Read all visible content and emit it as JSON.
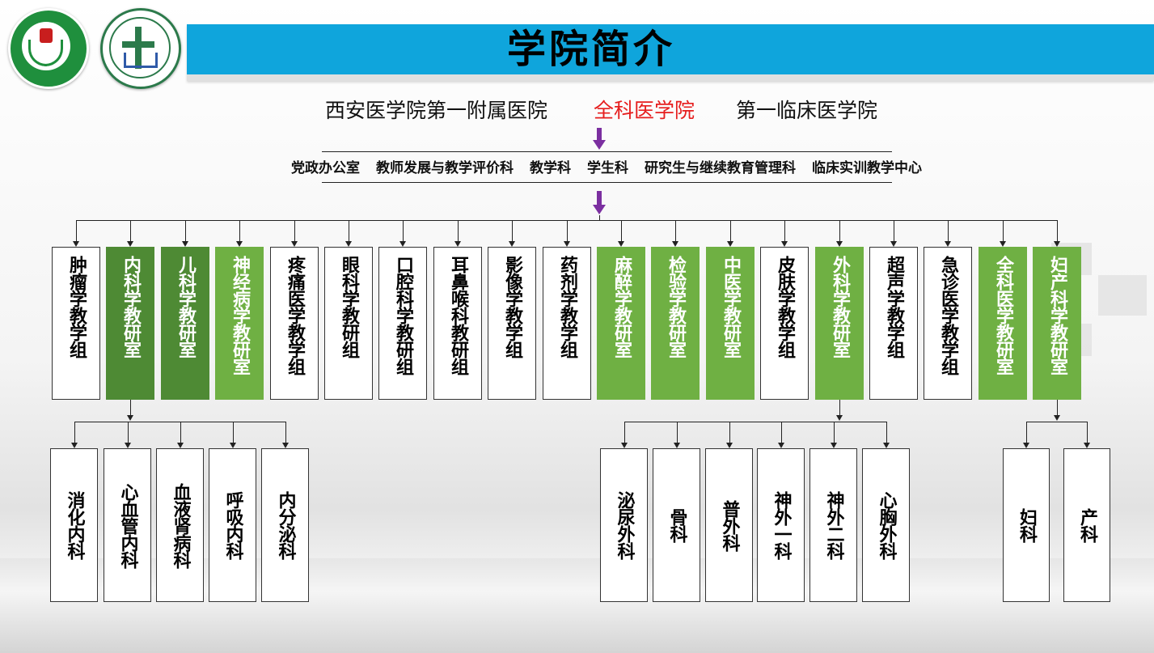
{
  "header": {
    "title": "学院简介"
  },
  "institutions": [
    {
      "label": "西安医学院第一附属医院",
      "highlight": false
    },
    {
      "label": "全科医学院",
      "highlight": true
    },
    {
      "label": "第一临床医学院",
      "highlight": false
    }
  ],
  "offices": [
    "党政办公室",
    "教师发展与教学评价科",
    "教学科",
    "学生科",
    "研究生与继续教育管理科",
    "临床实训教学中心"
  ],
  "departments": [
    {
      "label": "肿瘤学教学组",
      "fill": "none"
    },
    {
      "label": "内科学教研室",
      "fill": "dark-green"
    },
    {
      "label": "儿科学教研室",
      "fill": "dark-green"
    },
    {
      "label": "神经病学教研室",
      "fill": "green"
    },
    {
      "label": "疼痛医学教学组",
      "fill": "none"
    },
    {
      "label": "眼科学教研组",
      "fill": "none"
    },
    {
      "label": "口腔科学教研组",
      "fill": "none"
    },
    {
      "label": "耳鼻喉科教研组",
      "fill": "none"
    },
    {
      "label": "影像学教学组",
      "fill": "none"
    },
    {
      "label": "药剂学教学组",
      "fill": "none"
    },
    {
      "label": "麻醉学教研室",
      "fill": "green"
    },
    {
      "label": "检验学教研室",
      "fill": "green"
    },
    {
      "label": "中医学教研室",
      "fill": "green"
    },
    {
      "label": "皮肤学教学组",
      "fill": "none"
    },
    {
      "label": "外科学教研室",
      "fill": "green"
    },
    {
      "label": "超声学教学组",
      "fill": "none"
    },
    {
      "label": "急诊医学教学组",
      "fill": "none"
    },
    {
      "label": "全科医学教研室",
      "fill": "green"
    },
    {
      "label": "妇产科学教研室",
      "fill": "green"
    }
  ],
  "sub_groups": [
    {
      "parent": "内科学教研室",
      "items": [
        "消化内科",
        "心血管内科",
        "血液肾病科",
        "呼吸内科",
        "内分泌科"
      ]
    },
    {
      "parent": "外科学教研室",
      "items": [
        "泌尿外科",
        "骨科",
        "普外科",
        "神外一科",
        "神外二科",
        "心胸外科"
      ]
    },
    {
      "parent": "妇产科学教研室",
      "items": [
        "妇科",
        "产科"
      ]
    }
  ],
  "colors": {
    "banner": "#0fa5dc",
    "highlight_text": "#e61e1e",
    "dark_green": "#4e8a34",
    "green": "#6fb043",
    "arrow": "#7b2fa0"
  }
}
